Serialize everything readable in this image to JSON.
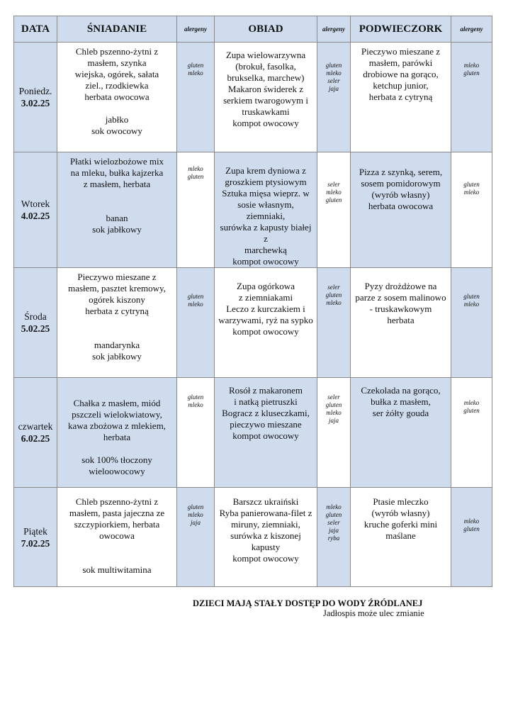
{
  "headers": {
    "date": "DATA",
    "breakfast": "ŚNIADANIE",
    "allergens1": "alergeny",
    "lunch": "OBIAD",
    "allergens2": "alergeny",
    "snack": "PODWIECZORK",
    "allergens3": "alergeny"
  },
  "days": [
    {
      "day": "Poniedz.",
      "date": "3.02.25",
      "breakfast": "Chleb pszenno-żytni z\nmasłem, szynka\nwiejska, ogórek, sałata\nziel., rzodkiewka\nherbata owocowa\n\njabłko\nsok owocowy",
      "breakfast_allergens": "gluten\nmleko",
      "lunch": "Zupa wielowarzywna\n(brokuł, fasolka,\nbrukselka, marchew)\nMakaron świderek z\nserkiem twarogowym i\ntruskawkami\nkompot owocowy",
      "lunch_allergens": "gluten\nmleko\nseler\njaja",
      "snack": "Pieczywo mieszane z\nmasłem, parówki\ndrobiowe na gorąco,\nketchup junior,\nherbata z cytryną",
      "snack_allergens": "mleko\ngluten"
    },
    {
      "day": "Wtorek",
      "date": "4.02.25",
      "breakfast": "Płatki wielozbożowe mix\nna mleku, bułka kajzerka\nz masłem, herbata\n\n\nbanan\nsok jabłkowy",
      "breakfast_allergens": "mleko\ngluten",
      "lunch": "Zupa krem dyniowa z\ngroszkiem ptysiowym\nSztuka mięsa wieprz. w\nsosie własnym, ziemniaki,\nsurówka z kapusty białej z\nmarchewką\nkompot owocowy",
      "lunch_allergens": "seler\nmleko\ngluten",
      "snack": "Pizza z szynką, serem,\nsosem pomidorowym\n(wyrób własny)\nherbata owocowa",
      "snack_allergens": "gluten\nmleko"
    },
    {
      "day": "Środa",
      "date": "5.02.25",
      "breakfast": "Pieczywo mieszane z\nmasłem, pasztet kremowy,\nogórek kiszony\nherbata z cytryną\n\n\nmandarynka\nsok jabłkowy",
      "breakfast_allergens": "gluten\nmleko",
      "lunch": "Zupa ogórkowa\nz ziemniakami\nLeczo z kurczakiem i\nwarzywami, ryż na sypko\nkompot owocowy",
      "lunch_allergens": "seler\ngluten\nmleko",
      "snack": "Pyzy drożdżowe na\nparze z sosem malinowo\n- truskawkowym\nherbata",
      "snack_allergens": "gluten\nmleko"
    },
    {
      "day": "czwartek",
      "date": "6.02.25",
      "breakfast": "Chałka z masłem, miód\npszczeli wielokwiatowy,\nkawa zbożowa z mlekiem,\nherbata\n\nsok 100% tłoczony\nwieloowocowy",
      "breakfast_allergens": "gluten\nmleko",
      "lunch": "Rosół z makaronem\ni natką pietruszki\nBogracz z kluseczkami,\npieczywo mieszane\nkompot owocowy",
      "lunch_allergens": "seler\ngluten\nmleko\njaja",
      "snack": "Czekolada na gorąco,\nbułka z masłem,\nser żółty gouda",
      "snack_allergens": "mleko\ngluten"
    },
    {
      "day": "Piątek",
      "date": "7.02.25",
      "breakfast": "Chleb pszenno-żytni z\nmasłem, pasta jajeczna ze\nszczypiorkiem, herbata\nowocowa\n\n\nsok multiwitamina",
      "breakfast_allergens": "gluten\nmleko\njaja",
      "lunch": "Barszcz ukraiński\nRyba panierowana-filet z\nmiruny, ziemniaki,\nsurówka z kiszonej\nkapusty\nkompot owocowy",
      "lunch_allergens": "mleko\ngluten\nseler\njaja\nryba",
      "snack": "Ptasie mleczko\n(wyrób własny)\nkruche goferki mini\nmaślane",
      "snack_allergens": "mleko\ngluten"
    }
  ],
  "footer": {
    "water_note": "DZIECI MAJĄ STAŁY DOSTĘP DO WODY ŹRÓDLANEJ",
    "change_note": "Jadłospis może ulec zmianie"
  }
}
